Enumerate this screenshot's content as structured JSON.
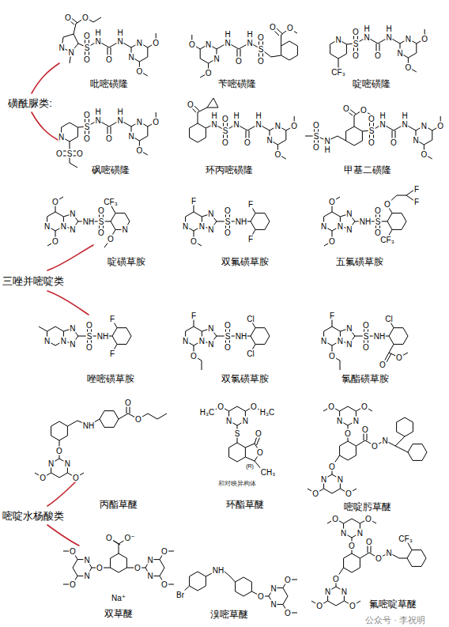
{
  "diagram": {
    "labels": [
      "S",
      "O",
      "O",
      "H",
      "N",
      "O",
      "H",
      "N",
      "N",
      "N",
      "O",
      "O",
      "N",
      "N",
      "O",
      "O",
      "吡嘧磺隆",
      "S",
      "O",
      "O",
      "H",
      "N",
      "O",
      "H",
      "N",
      "N",
      "N",
      "O",
      "O",
      "O",
      "O",
      "苄嘧磺隆",
      "S",
      "O",
      "O",
      "H",
      "N",
      "O",
      "H",
      "N",
      "N",
      "N",
      "O",
      "O",
      "N",
      "CF₃",
      "啶嘧磺隆",
      "S",
      "O",
      "O",
      "H",
      "N",
      "O",
      "H",
      "N",
      "N",
      "N",
      "O",
      "O",
      "N",
      "S",
      "O",
      "O",
      "砜嘧磺隆",
      "S",
      "O",
      "O",
      "H",
      "N",
      "O",
      "H",
      "N",
      "N",
      "N",
      "O",
      "O",
      "N",
      "H",
      "O",
      "环丙嘧磺隆",
      "S",
      "O",
      "O",
      "H",
      "N",
      "O",
      "H",
      "N",
      "N",
      "N",
      "O",
      "O",
      "O",
      "O",
      "N",
      "H",
      "S",
      "O",
      "O",
      "甲基二磺隆",
      "磺酰脲类:",
      "N",
      "N",
      "N",
      "N",
      "NH",
      "S",
      "O",
      "O",
      "O",
      "O",
      "CF₃",
      "O",
      "N",
      "啶磺草胺",
      "N",
      "N",
      "N",
      "N",
      "S",
      "O",
      "O",
      "NH",
      "F",
      "F",
      "F",
      "O",
      "双氟磺草胺",
      "N",
      "N",
      "N",
      "N",
      "NH",
      "S",
      "O",
      "O",
      "O",
      "O",
      "O",
      "F",
      "F",
      "CF₃",
      "五氟磺草胺",
      "三唑并嘧啶类",
      "N",
      "N",
      "N",
      "N",
      "S",
      "O",
      "O",
      "NH",
      "F",
      "F",
      "唑嘧磺草胺",
      "N",
      "N",
      "N",
      "N",
      "S",
      "O",
      "O",
      "NH",
      "Cl",
      "Cl",
      "F",
      "O",
      "双氯磺草胺",
      "N",
      "N",
      "N",
      "N",
      "S",
      "O",
      "O",
      "NH",
      "Cl",
      "F",
      "O",
      "O",
      "O",
      "氯酯磺草胺",
      "O",
      "N",
      "N",
      "O",
      "O",
      "NH",
      "O",
      "O",
      "丙酯草醚",
      "S",
      "N",
      "N",
      "O",
      "O",
      "H₃C",
      "H₃C",
      "O",
      "O",
      "(R)",
      "CH₃",
      "和对映异构体",
      "环酯草醚",
      "O",
      "N",
      "N",
      "O",
      "O",
      "O",
      "N",
      "N",
      "O",
      "O",
      "O",
      "O",
      "N",
      "嘧啶肟草醚",
      "嘧啶水杨酸类",
      "O",
      "N",
      "N",
      "O",
      "O",
      "O",
      "N",
      "N",
      "O",
      "O",
      "O",
      "O⁻",
      "Na⁺",
      "双草醚",
      "Br",
      "NH",
      "O",
      "N",
      "N",
      "O",
      "O",
      "溴嘧草醚",
      "O",
      "N",
      "N",
      "O",
      "O",
      "O",
      "N",
      "N",
      "O",
      "O",
      "O",
      "O",
      "N",
      "CF₃",
      "氟嘧啶草醚",
      "公众号 · 李祝明"
    ]
  }
}
